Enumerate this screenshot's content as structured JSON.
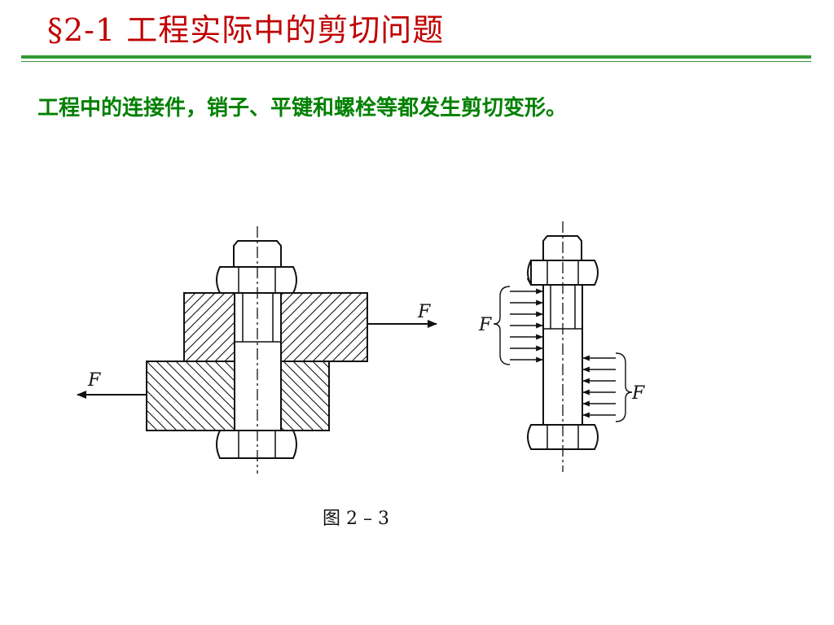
{
  "slide": {
    "title": "§2-1 工程实际中的剪切问题",
    "intro": "工程中的连接件，销子、平键和螺栓等都发生剪切变形。"
  },
  "figure": {
    "caption": "图 2 – 3",
    "force_label": "F"
  },
  "colors": {
    "title": "#c00000",
    "accent_green": "#339933",
    "text_green": "#008000"
  }
}
